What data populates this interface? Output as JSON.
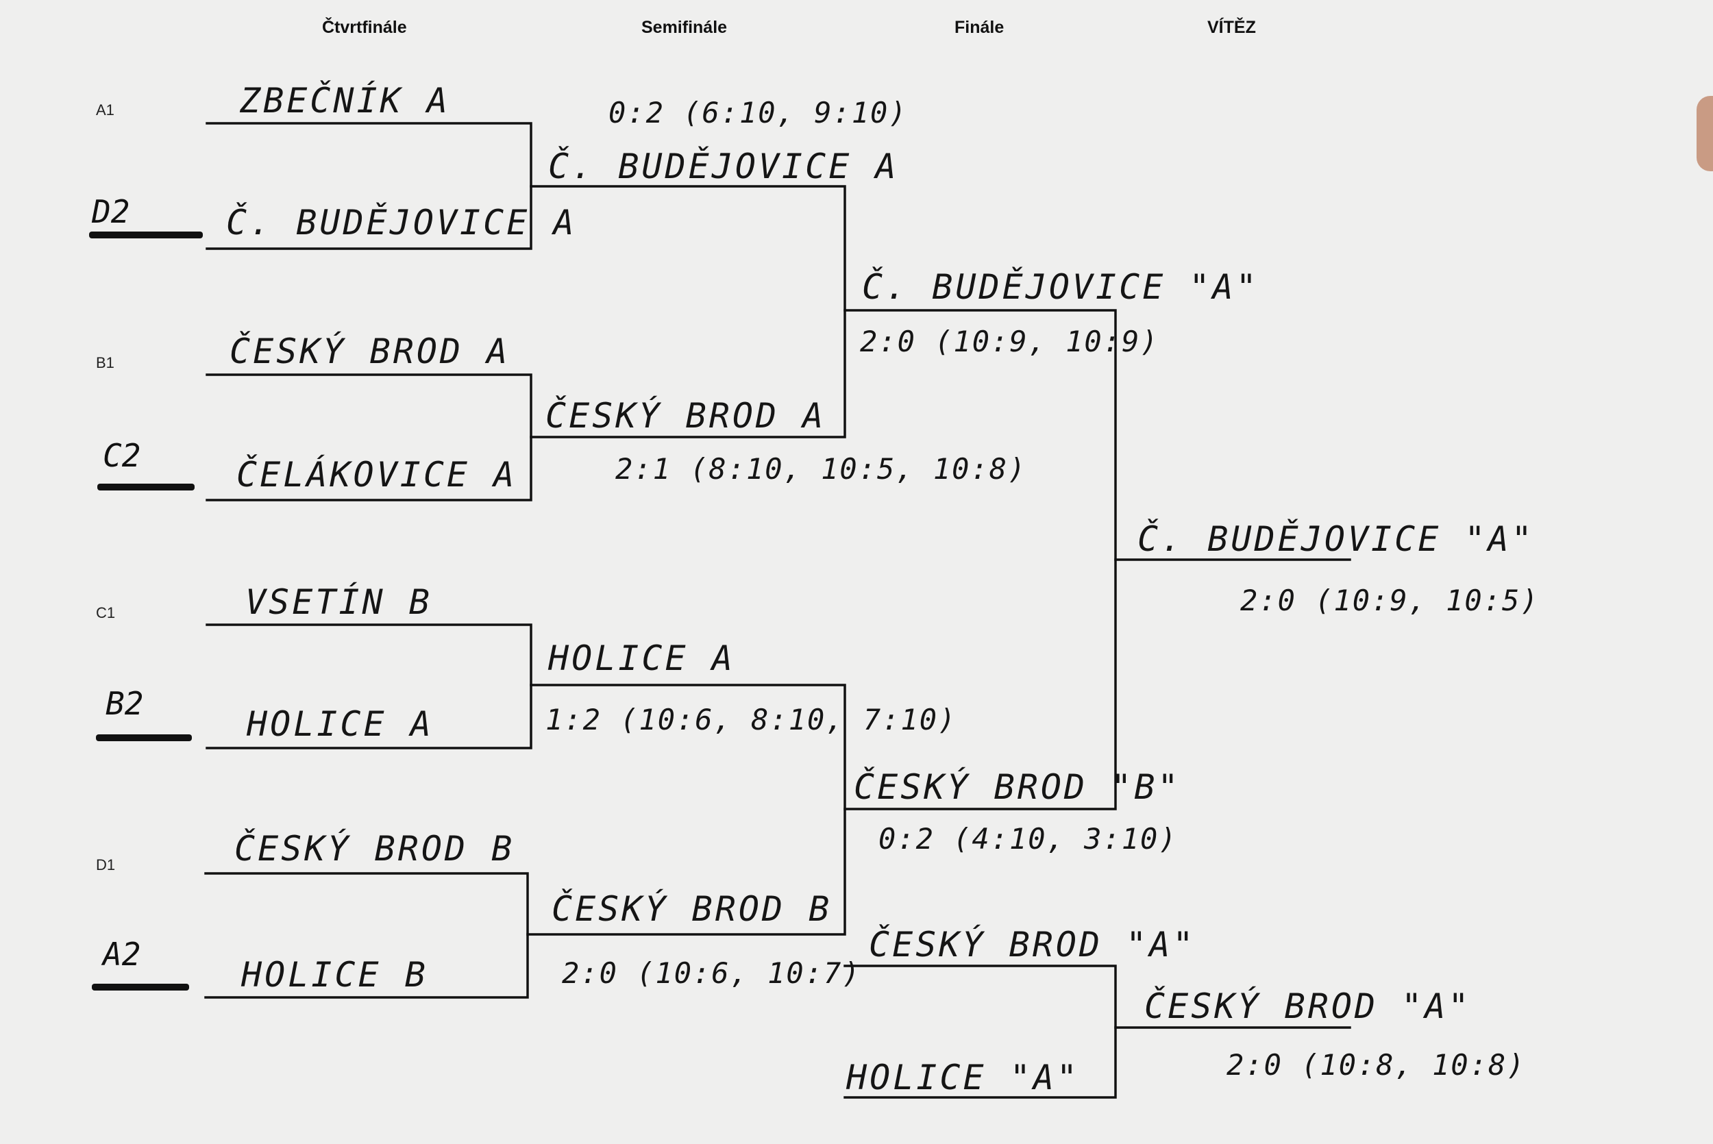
{
  "headers": {
    "quarterfinal": "Čtvrtfinále",
    "semifinal": "Semifinále",
    "final": "Finále",
    "winner": "VÍTĚZ"
  },
  "seeds_printed": [
    "A1",
    "B1",
    "C1",
    "D1"
  ],
  "seeds_handwritten": [
    "D2",
    "C2",
    "B2",
    "A2"
  ],
  "quarterfinal_teams": [
    "ZBEČNÍK A",
    "Č. BUDĚJOVICE A",
    "ČESKÝ BROD A",
    "ČELÁKOVICE A",
    "VSETÍN B",
    "HOLICE A",
    "ČESKÝ BROD B",
    "HOLICE B"
  ],
  "semifinal": [
    {
      "team": "Č. BUDĚJOVICE A",
      "score": "0:2 (6:10, 9:10)"
    },
    {
      "team": "ČESKÝ BROD A",
      "score": "2:1 (8:10, 10:5, 10:8)"
    },
    {
      "team": "HOLICE A",
      "score": "1:2 (10:6, 8:10, 7:10)"
    },
    {
      "team": "ČESKÝ BROD B",
      "score": "2:0 (10:6, 10:7)"
    }
  ],
  "final": [
    {
      "team": "Č. BUDĚJOVICE \"A\"",
      "score": "2:0 (10:9, 10:9)"
    },
    {
      "team": "ČESKÝ BROD \"B\"",
      "score": "0:2 (4:10, 3:10)"
    }
  ],
  "winner": {
    "team": "Č. BUDĚJOVICE \"A\"",
    "score": "2:0 (10:9, 10:5)"
  },
  "third_place": {
    "teams": [
      "ČESKÝ BROD \"A\"",
      "HOLICE \"A\""
    ],
    "winner": "ČESKÝ BROD \"A\"",
    "score": "2:0 (10:8, 10:8)"
  }
}
